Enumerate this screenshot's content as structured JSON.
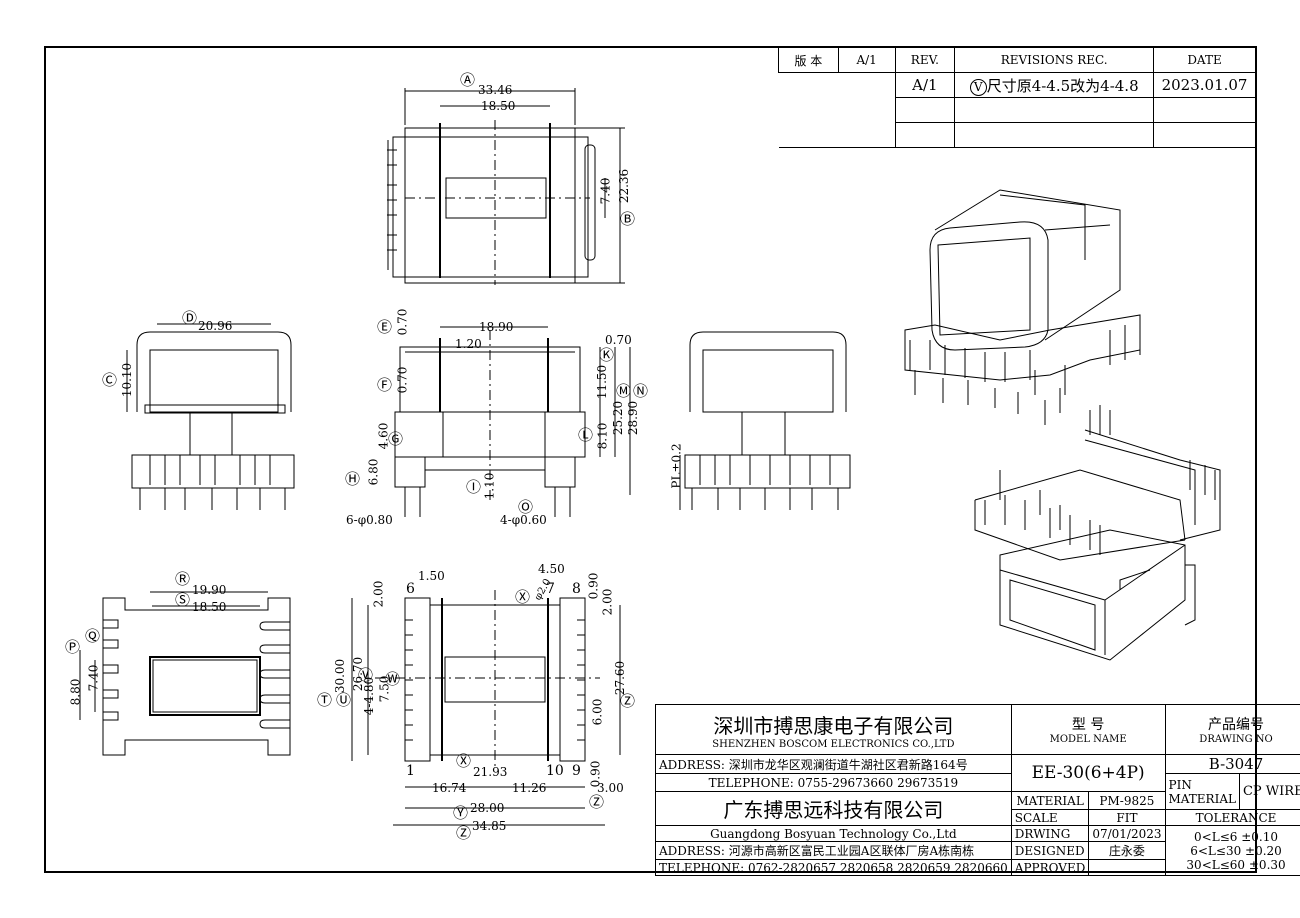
{
  "revision_table": {
    "version_label": "版 本",
    "version_value": "A/1",
    "rev_label": "REV.",
    "rev_rec_label": "REVISIONS REC.",
    "date_label": "DATE",
    "row1_rev": "A/1",
    "row1_marker": "V",
    "row1_text": "尺寸原4-4.5改为4-4.8",
    "row1_date": "2023.01.07"
  },
  "dimensions": {
    "top_view": {
      "A": "33.46",
      "w1850": "18.50",
      "h740": "7.40",
      "B": "22.36"
    },
    "side_left": {
      "D": "20.96",
      "C": "10.10"
    },
    "front_center": {
      "w1890": "18.90",
      "w120": "1.20",
      "E": "0.70",
      "F": "0.70",
      "r070": "0.70",
      "K": "11.50",
      "M": "25.20",
      "N": "28.90",
      "L": "8.10",
      "G": "4.60",
      "H": "6.80",
      "I": "1.10",
      "pin6": "6-φ0.80",
      "pin4": "4-φ0.60"
    },
    "side_right": {
      "pl": "PL±0.2"
    },
    "bottom_left": {
      "R": "19.90",
      "S": "18.50",
      "P": "8.80",
      "Q": "7.40"
    },
    "bottom_center": {
      "w150": "1.50",
      "w450": "4.50",
      "d090": "0.90",
      "d200a": "2.00",
      "d200b": "2.00",
      "T": "30.00",
      "U": "26.70",
      "V": "7.50",
      "W": "4-4.80",
      "h600": "6.00",
      "h2760": "27.60",
      "h090b": "0.90",
      "w2193": "21.93",
      "w1674": "16.74",
      "w1126": "11.26",
      "w300": "3.00",
      "Y": "28.00",
      "Z": "34.85",
      "ang": "φ2.0"
    },
    "circled": [
      "A",
      "B",
      "C",
      "D",
      "E",
      "F",
      "G",
      "H",
      "I",
      "K",
      "L",
      "M",
      "N",
      "O",
      "P",
      "Q",
      "R",
      "S",
      "T",
      "U",
      "V",
      "W",
      "X",
      "Y",
      "Z"
    ],
    "pins": [
      "6",
      "1",
      "7",
      "8",
      "10",
      "9"
    ]
  },
  "title_block": {
    "company_cn": "深圳市搏思康电子有限公司",
    "company_en": "SHENZHEN BOSCOM ELECTRONICS CO.,LTD",
    "address1": "ADDRESS: 深圳市龙华区观澜街道牛湖社区君新路164号",
    "telephone1": "TELEPHONE: 0755-29673660 29673519",
    "company2_cn": "广东搏思远科技有限公司",
    "company2_en": "Guangdong Bosyuan Technology Co.,Ltd",
    "address2": "ADDRESS: 河源市高新区富民工业园A区联体厂房A栋南栋",
    "telephone2": "TELEPHONE: 0762-2820657 2820658 2820659 2820660",
    "model_label_cn": "型    号",
    "model_label_en": "MODEL NAME",
    "model_value": "EE-30(6+4P)",
    "material_label": "MATERIAL",
    "material_value": "PM-9825",
    "scale_label": "SCALE",
    "scale_value": "FIT",
    "drawing_label": "DRWING",
    "drawing_value": "07/01/2023",
    "designed_label": "DESIGNED",
    "designed_value": "庄永委",
    "approved_label": "APPROVED",
    "drawing_no_cn": "产品编号",
    "drawing_no_en": "DRAWING NO",
    "drawing_no_value": "B-3047",
    "pin_material_label": "PIN MATERIAL",
    "pin_material_value": "CP WIRE",
    "tolerance_label": "TOLERANCE",
    "tol1_range": "0<L≤6",
    "tol1_value": "±0.10",
    "tol2_range": "6<L≤30",
    "tol2_value": "±0.20",
    "tol3_range": "30<L≤60",
    "tol3_value": "±0.30"
  }
}
